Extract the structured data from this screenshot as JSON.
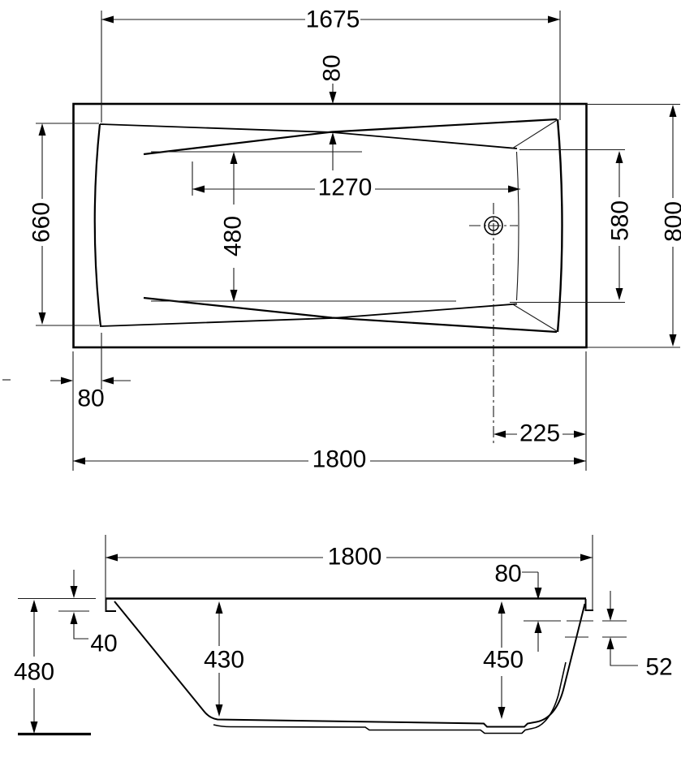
{
  "plan_view": {
    "rim_length": "1675",
    "rim_inset_top": "80",
    "inner_length": "1270",
    "inner_width": "480",
    "head_end_width": "660",
    "foot_end_inner_width": "580",
    "overall_width": "800",
    "rim_inset_left": "80",
    "drain_offset": "225",
    "overall_length": "1800"
  },
  "section_view": {
    "overall_length": "1800",
    "rim_edge_height": "40",
    "depth_head_end": "430",
    "depth_foot_end": "450",
    "overall_height": "480",
    "overflow_offset": "80",
    "overflow_spacing": "52"
  }
}
